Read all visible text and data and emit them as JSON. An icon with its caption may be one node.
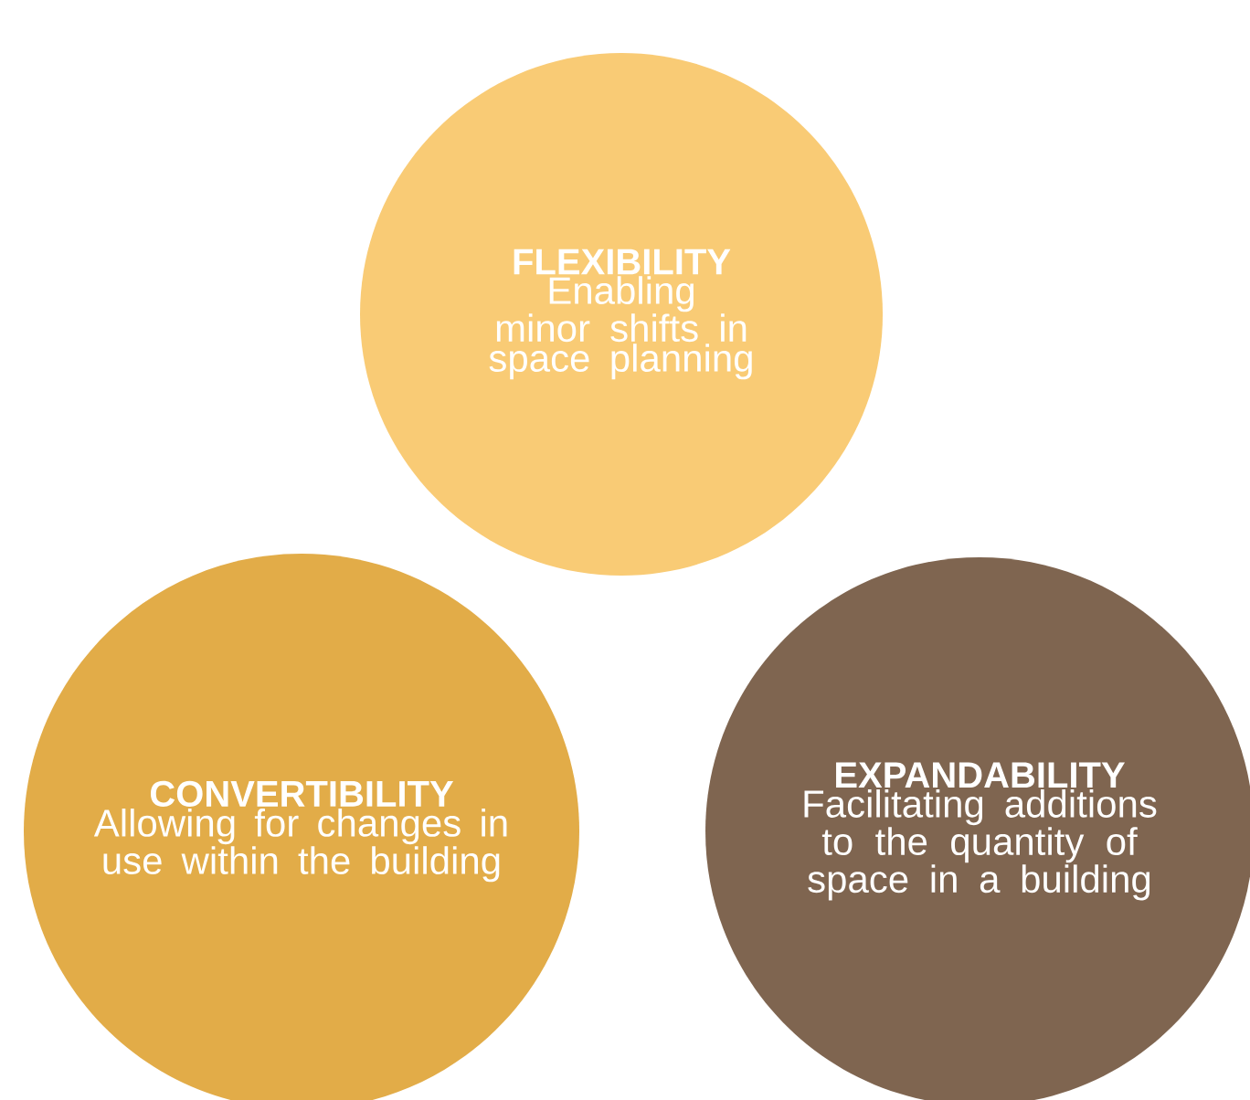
{
  "diagram": {
    "nodes": [
      {
        "text": [
          "FLEXIBILITY",
          "Enabling minor shifts in space planning"
        ]
      },
      {
        "text": [
          "CONVERTIBILITY",
          "Allowing for changes in use within the building"
        ]
      },
      {
        "text": [
          "EXPANDABILITY",
          "Facilitating additions to the quantity of space in a building"
        ]
      }
    ]
  }
}
